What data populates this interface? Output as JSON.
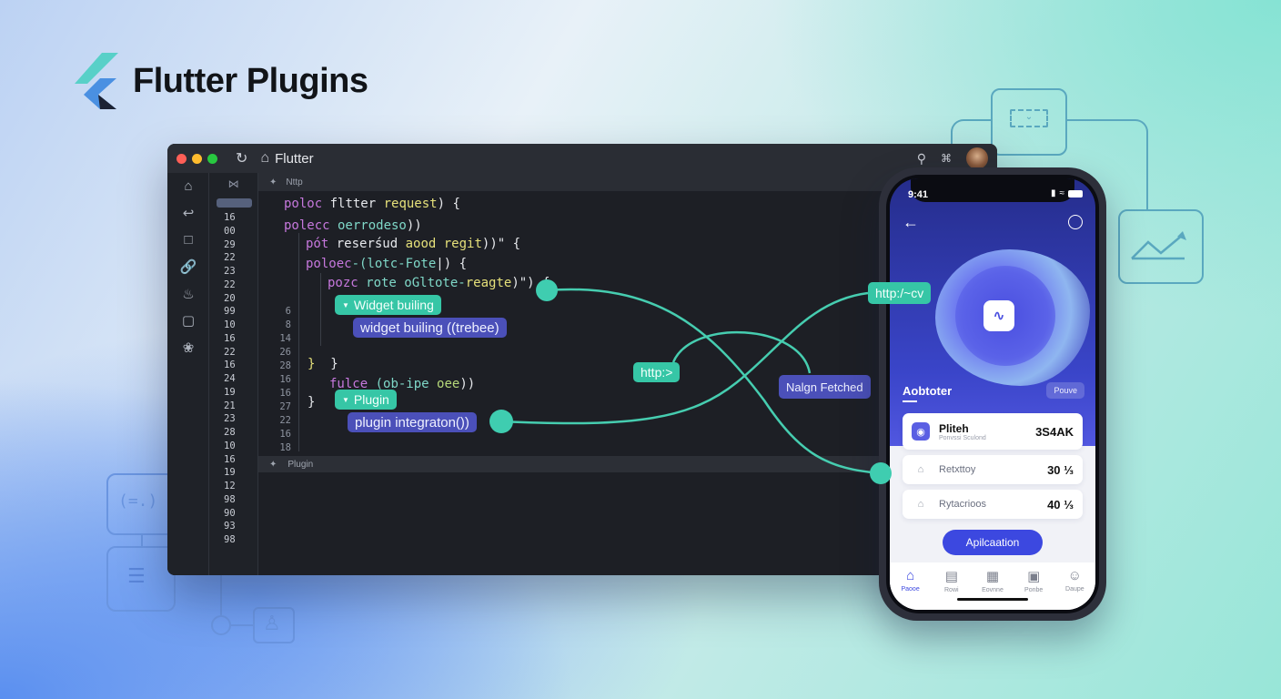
{
  "brand": {
    "title": "Flutter Plugins",
    "logo_icon": "flutter-logo-icon"
  },
  "ide": {
    "window_title": "Flutter",
    "titlebar_icons": [
      "reload-icon",
      "home-icon"
    ],
    "titlebar_right_icons": [
      "search-icon",
      "extensions-icon",
      "user-avatar"
    ],
    "traffic_lights": [
      "#ff5f57",
      "#febc2e",
      "#28c840"
    ],
    "tab_label": "Nttp",
    "panel_label": "Plugin",
    "activity_icons": [
      "home-icon",
      "house-outline-icon",
      "select-icon",
      "link-icon",
      "puzzle-icon",
      "square-icon",
      "settings-icon"
    ],
    "gutter_header_icon": "split-icon",
    "line_numbers": [
      "16",
      "00",
      "29",
      "22",
      "23",
      "22",
      "20",
      "99",
      "10",
      "16",
      "22",
      "16",
      "24",
      "19",
      "21",
      "23",
      "28",
      "10",
      "16",
      "19",
      "12",
      "98",
      "90",
      "93",
      "98"
    ],
    "inner_line_numbers": [
      "6",
      "8",
      "14",
      "26",
      "28",
      "16",
      "16",
      "27",
      "22",
      "16",
      "18"
    ],
    "code": [
      {
        "kw": "poloc",
        "rest": " fltter ",
        "hl": "request",
        "tail": ") {"
      },
      {
        "kw": "polecc",
        "rest": " oerrodeso",
        "tail": "))"
      },
      {
        "kw": "pót",
        "rest": " reserśud ",
        "hl": "aood regit",
        "tail": "))\" {"
      },
      {
        "kw": "poloec",
        "rest": "-(lotc-Fote",
        "tail": "|) {"
      },
      {
        "kw": "pozc",
        "rest": " rote oGltote-",
        "hl": "reagte",
        "tail": ")\") {"
      },
      {
        "brace1": "}",
        "brace2": "}"
      },
      {
        "kw": "fulce",
        "rest": " (ob-ipe ",
        "hl": "oee",
        "tail": "))"
      },
      {
        "brace1": "}"
      },
      {
        "brace1": "}"
      }
    ],
    "annotations": {
      "widget_tag": "Widget builing",
      "widget_call": "widget builing ((trebee)",
      "plugin_tag": "Plugin",
      "plugin_call": "plugin integraton())",
      "http_tag": "http:>",
      "http_phone_tag": "http:/~cv",
      "fetched_tag": "Nalgn Fetched"
    }
  },
  "phone": {
    "status_time": "9:41",
    "status_icons": [
      "signal-icon",
      "wifi-icon",
      "battery-icon"
    ],
    "header_icons": [
      "back-arrow-icon",
      "timer-icon"
    ],
    "hero_icon": "analytics-app-icon",
    "section_title": "Aobtoter",
    "chip_label": "Pouve",
    "cards": [
      {
        "title": "Pliteh",
        "subtitle": "Ponvssi Sculond",
        "value": "3S4AK",
        "icon": "plugin-icon"
      },
      {
        "title": "Retxttoy",
        "value": "30 ⅓",
        "icon": "inbox-icon"
      },
      {
        "title": "Rytacrioos",
        "value": "40 ⅓",
        "icon": "home-outline-icon"
      }
    ],
    "primary_button": "Apilcaation",
    "nav": [
      {
        "label": "Paooe",
        "icon": "home-icon",
        "active": true
      },
      {
        "label": "Rowi",
        "icon": "document-icon",
        "active": false
      },
      {
        "label": "Eovnne",
        "icon": "calendar-icon",
        "active": false
      },
      {
        "label": "Ponbe",
        "icon": "note-icon",
        "active": false
      },
      {
        "label": "Daupe",
        "icon": "profile-icon",
        "active": false
      }
    ]
  },
  "colors": {
    "accent_teal": "#3fcdb0",
    "accent_indigo": "#4b50b9",
    "ide_bg": "#1d1f25",
    "phone_primary": "#3c48e0"
  }
}
